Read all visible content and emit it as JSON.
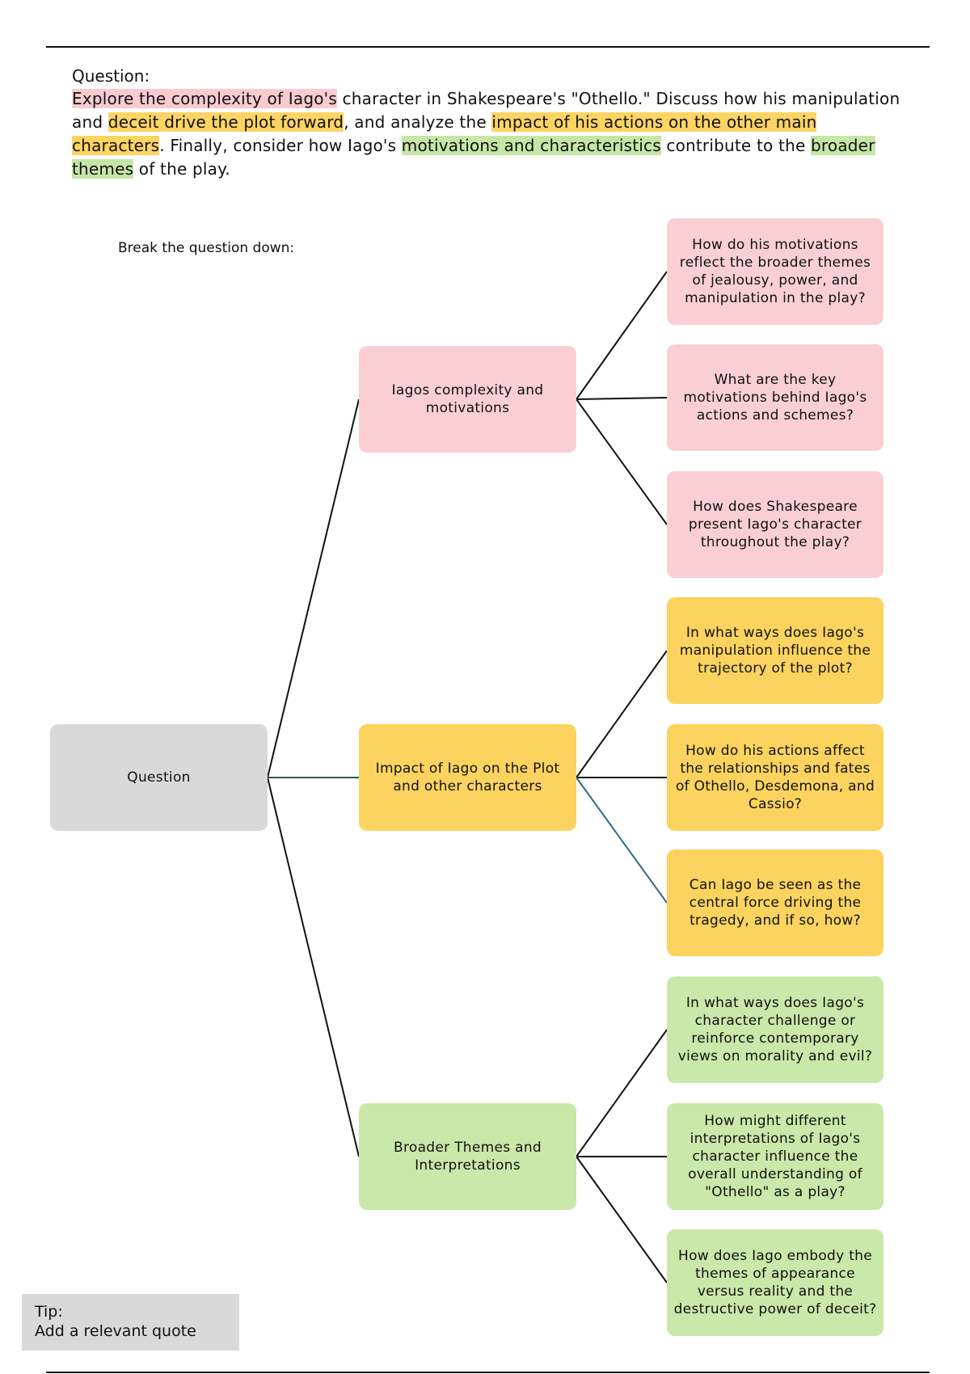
{
  "question": {
    "label": "Question:",
    "segments": [
      {
        "text": "Explore the complexity of Iago's",
        "highlight": "pink"
      },
      {
        "text": " character in Shakespeare's \"Othello.\" Discuss how his manipulation and ",
        "highlight": null
      },
      {
        "text": "deceit drive the plot forward",
        "highlight": "yellow"
      },
      {
        "text": ", and analyze the ",
        "highlight": null
      },
      {
        "text": "impact of his actions on the other main characters",
        "highlight": "yellow"
      },
      {
        "text": ". Finally, consider how Iago's ",
        "highlight": null
      },
      {
        "text": "motivations and characteristics",
        "highlight": "green"
      },
      {
        "text": " contribute to the ",
        "highlight": null
      },
      {
        "text": "broader themes",
        "highlight": "green"
      },
      {
        "text": " of the play.",
        "highlight": null
      }
    ]
  },
  "breakdown_label": "Break the question down:",
  "root": "Question",
  "branches": [
    {
      "label": "Iagos complexity and motivations",
      "color": "#f9cfd3",
      "children": [
        "How do his motivations reflect the broader themes of jealousy, power, and manipulation in the play?",
        "What are the key motivations behind Iago's actions and schemes?",
        "How does Shakespeare present Iago's character throughout the play?"
      ]
    },
    {
      "label": "Impact of Iago on the Plot and other characters",
      "color": "#fbd35e",
      "children": [
        "In what ways does Iago's manipulation influence the trajectory of the plot?",
        "How do his actions affect the relationships and fates of Othello, Desdemona, and Cassio?",
        "Can Iago be seen as the central force driving the tragedy, and if so, how?"
      ]
    },
    {
      "label": "Broader Themes and Interpretations",
      "color": "#c9e8a9",
      "children": [
        "In what ways does Iago's character challenge or reinforce contemporary views on morality and evil?",
        "How might different interpretations of Iago's character influence the overall understanding of \"Othello\" as a play?",
        "How does Iago embody the themes of appearance versus reality and the destructive power of deceit?"
      ]
    }
  ],
  "tip": {
    "title": "Tip:",
    "text": "Add a relevant quote"
  }
}
